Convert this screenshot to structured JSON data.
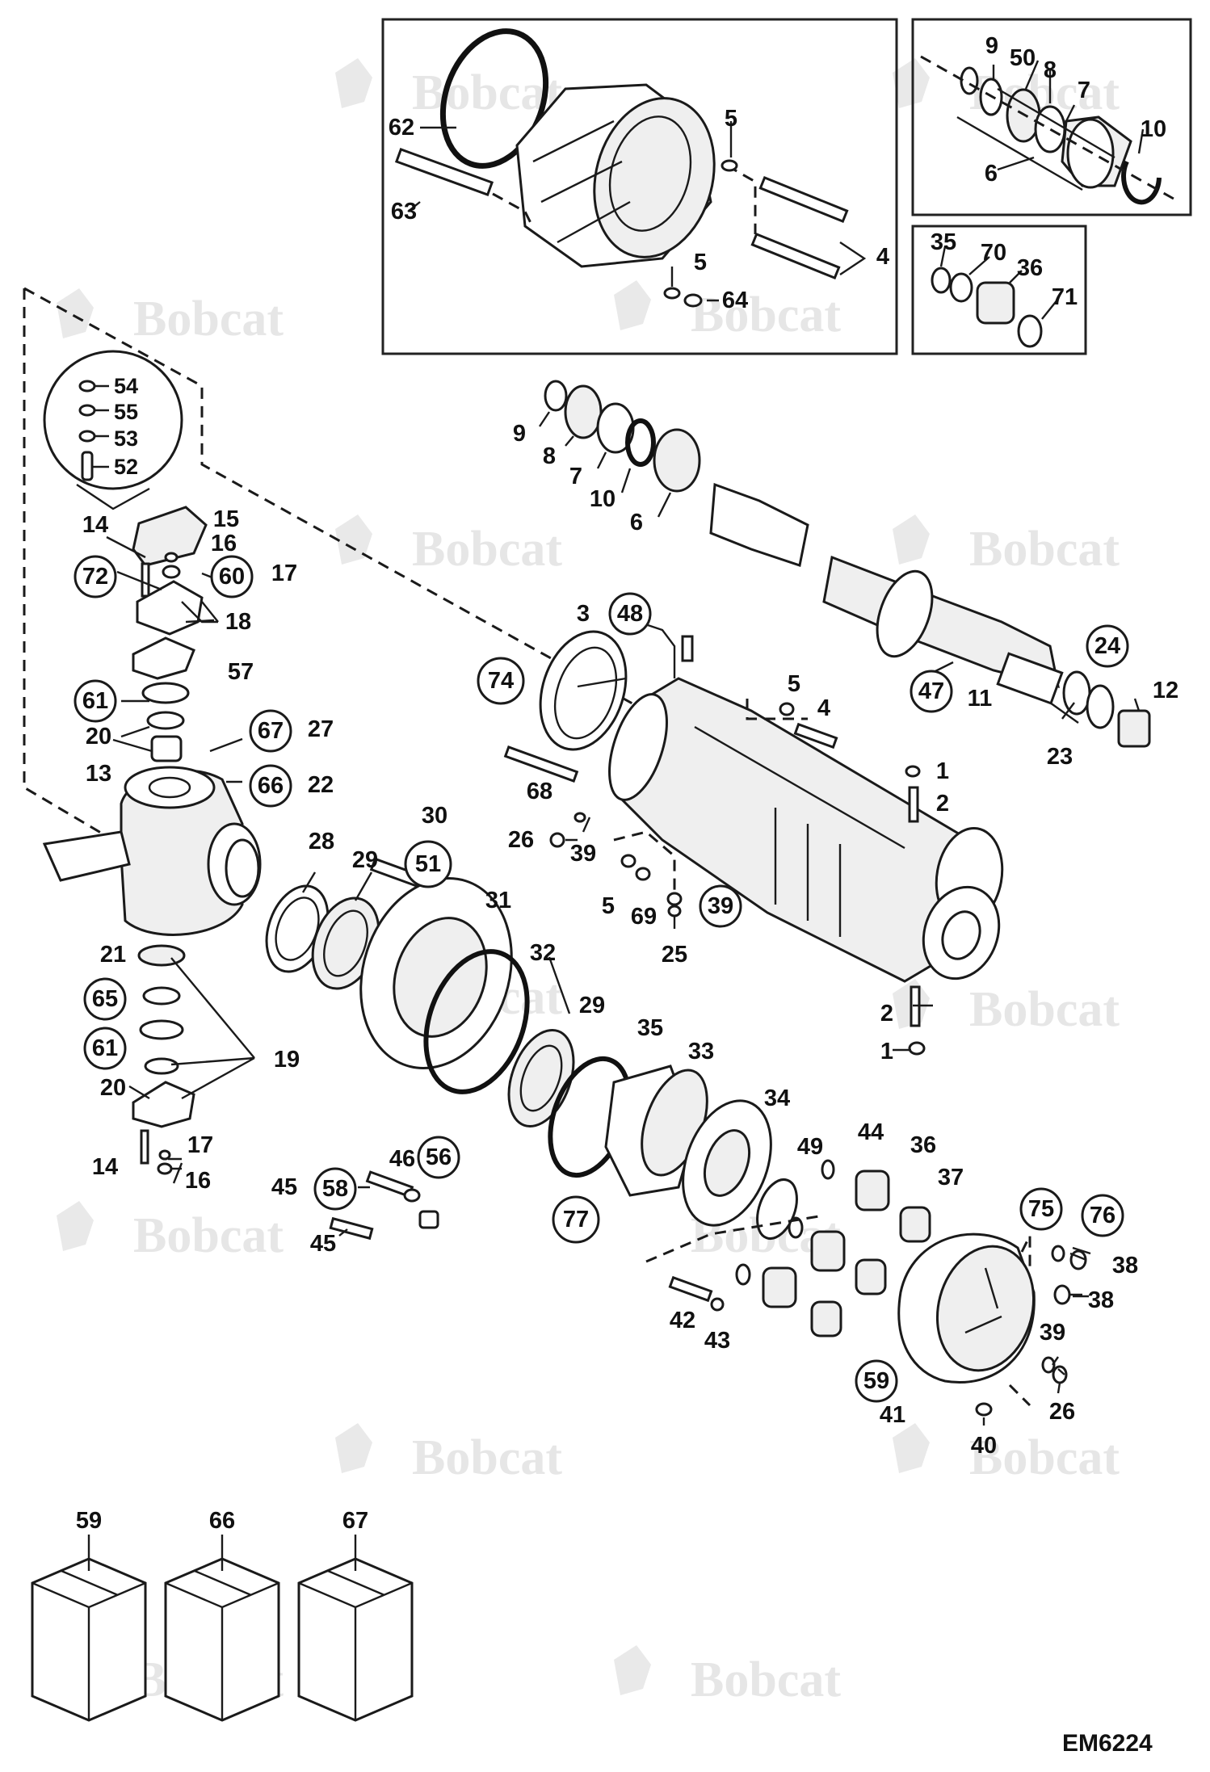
{
  "drawing_ref": "EM6224",
  "watermark": "Bobcat",
  "labels": {
    "l1a": "1",
    "l1b": "1",
    "l2a": "2",
    "l2b": "2",
    "l3": "3",
    "l4a": "4",
    "l4b": "4",
    "l5a": "5",
    "l5b": "5",
    "l5c": "5",
    "l5d": "5",
    "l6a": "6",
    "l6b": "6",
    "l7a": "7",
    "l7b": "7",
    "l8a": "8",
    "l8b": "8",
    "l9a": "9",
    "l9b": "9",
    "l10a": "10",
    "l10b": "10",
    "l11": "11",
    "l12": "12",
    "l13": "13",
    "l14a": "14",
    "l14b": "14",
    "l15": "15",
    "l16a": "16",
    "l16b": "16",
    "l17a": "17",
    "l17b": "17",
    "l18": "18",
    "l19": "19",
    "l20a": "20",
    "l20b": "20",
    "l21": "21",
    "l22": "22",
    "l23": "23",
    "l24": "24",
    "l25": "25",
    "l26a": "26",
    "l26b": "26",
    "l27": "27",
    "l28": "28",
    "l29a": "29",
    "l29b": "29",
    "l30": "30",
    "l31": "31",
    "l32": "32",
    "l33": "33",
    "l34": "34",
    "l35a": "35",
    "l35b": "35",
    "l36a": "36",
    "l36b": "36",
    "l37": "37",
    "l38a": "38",
    "l38b": "38",
    "l39a": "39",
    "l39b": "39",
    "l39c": "39",
    "l40": "40",
    "l41": "41",
    "l42": "42",
    "l43": "43",
    "l44": "44",
    "l45a": "45",
    "l45b": "45",
    "l46": "46",
    "l47": "47",
    "l48": "48",
    "l49": "49",
    "l50": "50",
    "l51": "51",
    "l52": "52",
    "l53": "53",
    "l54": "54",
    "l55": "55",
    "l56": "56",
    "l57": "57",
    "l58": "58",
    "l59a": "59",
    "l59b": "59",
    "l60": "60",
    "l61a": "61",
    "l61b": "61",
    "l62": "62",
    "l63": "63",
    "l64": "64",
    "l65": "65",
    "l66a": "66",
    "l66b": "66",
    "l67a": "67",
    "l67b": "67",
    "l68": "68",
    "l69": "69",
    "l70": "70",
    "l71": "71",
    "l72": "72",
    "l74": "74",
    "l75": "75",
    "l76": "76",
    "l77": "77"
  }
}
